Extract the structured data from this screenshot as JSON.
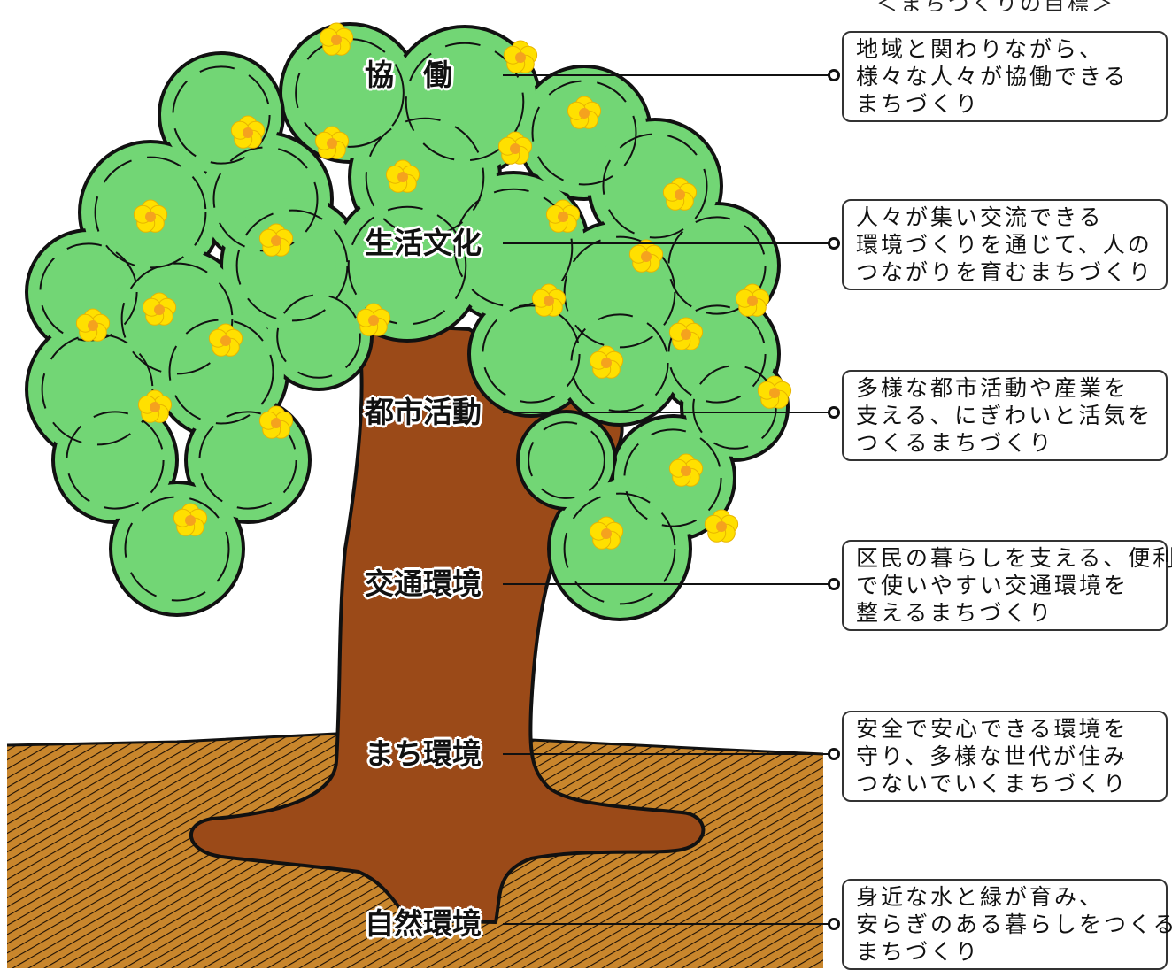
{
  "header": {
    "title": "＜まちづくりの目標＞"
  },
  "colors": {
    "foliage": "#72D675",
    "trunk": "#9B4A18",
    "ground": "#C9862C",
    "flower": "#FFE000",
    "flower_center": "#F5A21E"
  },
  "goals": [
    {
      "label": "協　働",
      "text": [
        "地域と関わりながら、",
        "様々な人々が協働できる",
        "まちづくり"
      ]
    },
    {
      "label": "生活文化",
      "text": [
        "人々が集い交流できる",
        "環境づくりを通じて、人の",
        "つながりを育むまちづくり"
      ]
    },
    {
      "label": "都市活動",
      "text": [
        "多様な都市活動や産業を",
        "支える、にぎわいと活気を",
        "つくるまちづくり"
      ]
    },
    {
      "label": "交通環境",
      "text": [
        "区民の暮らしを支える、便利",
        "で使いやすい交通環境を",
        "整えるまちづくり"
      ]
    },
    {
      "label": "まち環境",
      "text": [
        "安全で安心できる環境を",
        "守り、多様な世代が住み",
        "つないでいくまちづくり"
      ]
    },
    {
      "label": "自然環境",
      "text": [
        "身近な水と緑が育み、",
        "安らぎのある暮らしをつくる",
        "まちづくり"
      ]
    }
  ]
}
